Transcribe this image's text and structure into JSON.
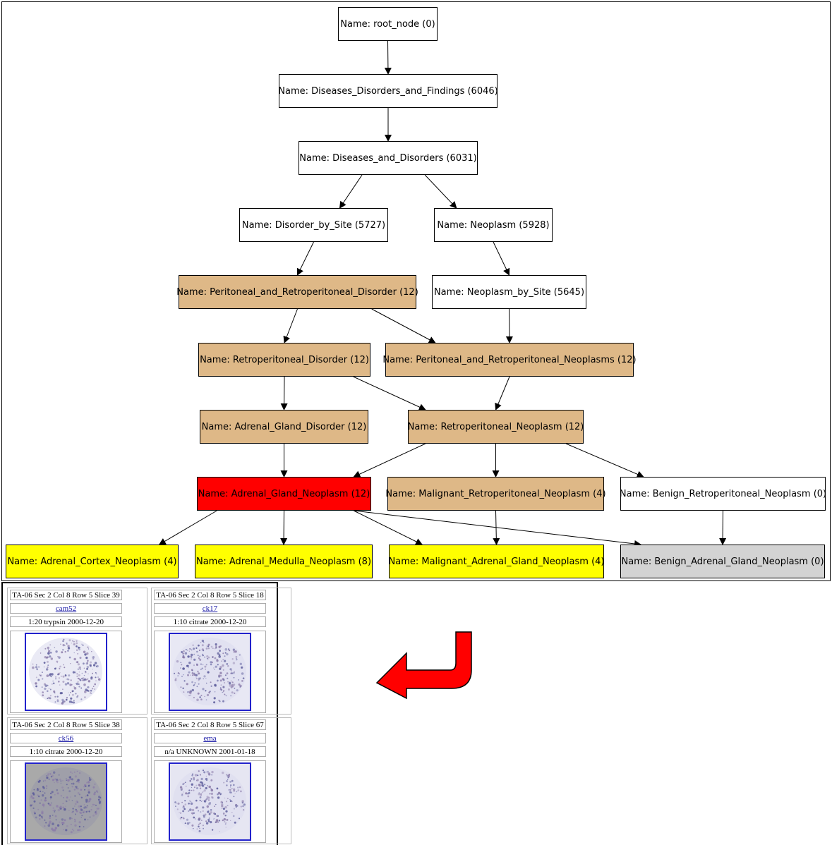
{
  "graph": {
    "nodes": [
      {
        "id": "root",
        "label": "Name: root_node (0)",
        "fill": "white"
      },
      {
        "id": "ddf",
        "label": "Name: Diseases_Disorders_and_Findings (6046)",
        "fill": "white"
      },
      {
        "id": "dd",
        "label": "Name: Diseases_and_Disorders (6031)",
        "fill": "white"
      },
      {
        "id": "dbs",
        "label": "Name: Disorder_by_Site (5727)",
        "fill": "white"
      },
      {
        "id": "neo",
        "label": "Name: Neoplasm (5928)",
        "fill": "white"
      },
      {
        "id": "prd",
        "label": "Name: Peritoneal_and_Retroperitoneal_Disorder (12)",
        "fill": "tan"
      },
      {
        "id": "nbs",
        "label": "Name: Neoplasm_by_Site (5645)",
        "fill": "white"
      },
      {
        "id": "rd",
        "label": "Name: Retroperitoneal_Disorder (12)",
        "fill": "tan"
      },
      {
        "id": "prn",
        "label": "Name: Peritoneal_and_Retroperitoneal_Neoplasms (12)",
        "fill": "tan"
      },
      {
        "id": "agd",
        "label": "Name: Adrenal_Gland_Disorder (12)",
        "fill": "tan"
      },
      {
        "id": "rn",
        "label": "Name: Retroperitoneal_Neoplasm (12)",
        "fill": "tan"
      },
      {
        "id": "agn",
        "label": "Name: Adrenal_Gland_Neoplasm (12)",
        "fill": "red"
      },
      {
        "id": "mrn",
        "label": "Name: Malignant_Retroperitoneal_Neoplasm (4)",
        "fill": "tan"
      },
      {
        "id": "brn",
        "label": "Name: Benign_Retroperitoneal_Neoplasm (0)",
        "fill": "white"
      },
      {
        "id": "acn",
        "label": "Name: Adrenal_Cortex_Neoplasm (4)",
        "fill": "yellow"
      },
      {
        "id": "amn",
        "label": "Name: Adrenal_Medulla_Neoplasm (8)",
        "fill": "yellow"
      },
      {
        "id": "magn",
        "label": "Name: Malignant_Adrenal_Gland_Neoplasm (4)",
        "fill": "yellow"
      },
      {
        "id": "bagn",
        "label": "Name: Benign_Adrenal_Gland_Neoplasm (0)",
        "fill": "gray"
      }
    ],
    "edges": [
      [
        "root",
        "ddf"
      ],
      [
        "ddf",
        "dd"
      ],
      [
        "dd",
        "dbs"
      ],
      [
        "dd",
        "neo"
      ],
      [
        "dbs",
        "prd"
      ],
      [
        "neo",
        "nbs"
      ],
      [
        "prd",
        "rd"
      ],
      [
        "prd",
        "prn"
      ],
      [
        "nbs",
        "prn"
      ],
      [
        "rd",
        "agd"
      ],
      [
        "rd",
        "rn"
      ],
      [
        "prn",
        "rn"
      ],
      [
        "agd",
        "agn"
      ],
      [
        "rn",
        "agn"
      ],
      [
        "rn",
        "mrn"
      ],
      [
        "rn",
        "brn"
      ],
      [
        "agn",
        "acn"
      ],
      [
        "agn",
        "amn"
      ],
      [
        "agn",
        "magn"
      ],
      [
        "agn",
        "bagn"
      ],
      [
        "mrn",
        "magn"
      ],
      [
        "brn",
        "bagn"
      ]
    ],
    "colors": {
      "white": "#ffffff",
      "tan": "#deb887",
      "red": "#ff0000",
      "yellow": "#ffff00",
      "gray": "#d3d3d3"
    }
  },
  "tissue_cores": [
    {
      "header": "TA-06 Sec 2 Col 8 Row 5 Slice 39",
      "stain": "cam52",
      "protocol": "1:20 trypsin 2000-12-20",
      "background": "#ffffff"
    },
    {
      "header": "TA-06 Sec 2 Col 8 Row 5 Slice 18",
      "stain": "ck17",
      "protocol": "1:10 citrate 2000-12-20",
      "background": "#e8e8f4"
    },
    {
      "header": "TA-06 Sec 2 Col 8 Row 5 Slice 38",
      "stain": "ck56",
      "protocol": "1:10 citrate 2000-12-20",
      "background": "#a9a9a9"
    },
    {
      "header": "TA-06 Sec 2 Col 8 Row 5 Slice 67",
      "stain": "ema",
      "protocol": "n/a UNKNOWN 2001-01-18",
      "background": "#e6e6f2"
    }
  ],
  "arrow_color": "#ff0000"
}
